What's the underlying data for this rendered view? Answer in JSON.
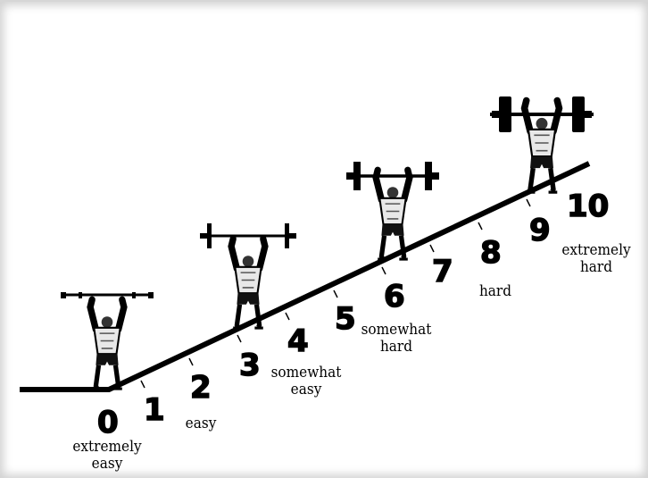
{
  "scale": {
    "numbers": [
      "0",
      "1",
      "2",
      "3",
      "4",
      "5",
      "6",
      "7",
      "8",
      "9",
      "10"
    ],
    "descriptors": {
      "d0": [
        "extremely",
        "easy"
      ],
      "d2": [
        "easy"
      ],
      "d4": [
        "somewhat",
        "easy"
      ],
      "d6": [
        "somewhat",
        "hard"
      ],
      "d8": [
        "hard"
      ],
      "d10": [
        "extremely",
        "hard"
      ]
    }
  },
  "figures": [
    {
      "name": "lifter-level-0",
      "icon": "weightlifter-icon"
    },
    {
      "name": "lifter-level-3",
      "icon": "weightlifter-icon"
    },
    {
      "name": "lifter-level-6",
      "icon": "weightlifter-icon"
    },
    {
      "name": "lifter-level-9",
      "icon": "weightlifter-icon"
    }
  ],
  "colors": {
    "ink": "#000000",
    "background": "#ffffff",
    "frame_shadow": "#c8c8c8"
  }
}
